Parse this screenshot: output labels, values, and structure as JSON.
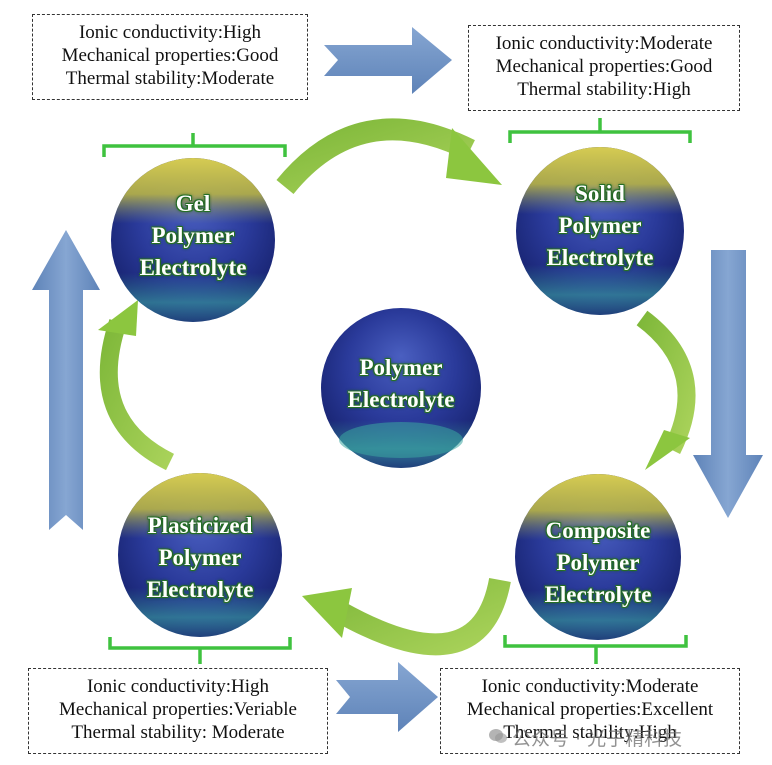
{
  "center": {
    "lines": [
      "Polymer",
      "Electrolyte"
    ]
  },
  "spheres": {
    "gel": {
      "lines": [
        "Gel",
        "Polymer",
        "Electrolyte"
      ]
    },
    "solid": {
      "lines": [
        "Solid",
        "Polymer",
        "Electrolyte"
      ]
    },
    "composite": {
      "lines": [
        "Composite",
        "Polymer",
        "Electrolyte"
      ]
    },
    "plasticized": {
      "lines": [
        "Plasticized",
        "Polymer",
        "Electrolyte"
      ]
    }
  },
  "boxes": {
    "gel": [
      "Ionic conductivity:High",
      "Mechanical properties:Good",
      "Thermal stability:Moderate"
    ],
    "solid": [
      "Ionic conductivity:Moderate",
      "Mechanical properties:Good",
      "Thermal stability:High"
    ],
    "plasticized": [
      "Ionic conductivity:High",
      "Mechanical properties:Veriable",
      "Thermal stability: Moderate"
    ],
    "composite": [
      "Ionic conductivity:Moderate",
      "Mechanical properties:Excellent",
      "Thermal stability:High"
    ]
  },
  "watermark": {
    "text": "公众号 · 光子精科技"
  },
  "colors": {
    "sphere_top": "#c9bf4a",
    "sphere_mid": "#2a3a9a",
    "sphere_bottom": "#1a2a78",
    "sphere_glow": "#3aa6a0",
    "green_arrow": "#8cc63f",
    "blue_arrow": "#6f93c4",
    "bracket": "#3fc23f"
  }
}
